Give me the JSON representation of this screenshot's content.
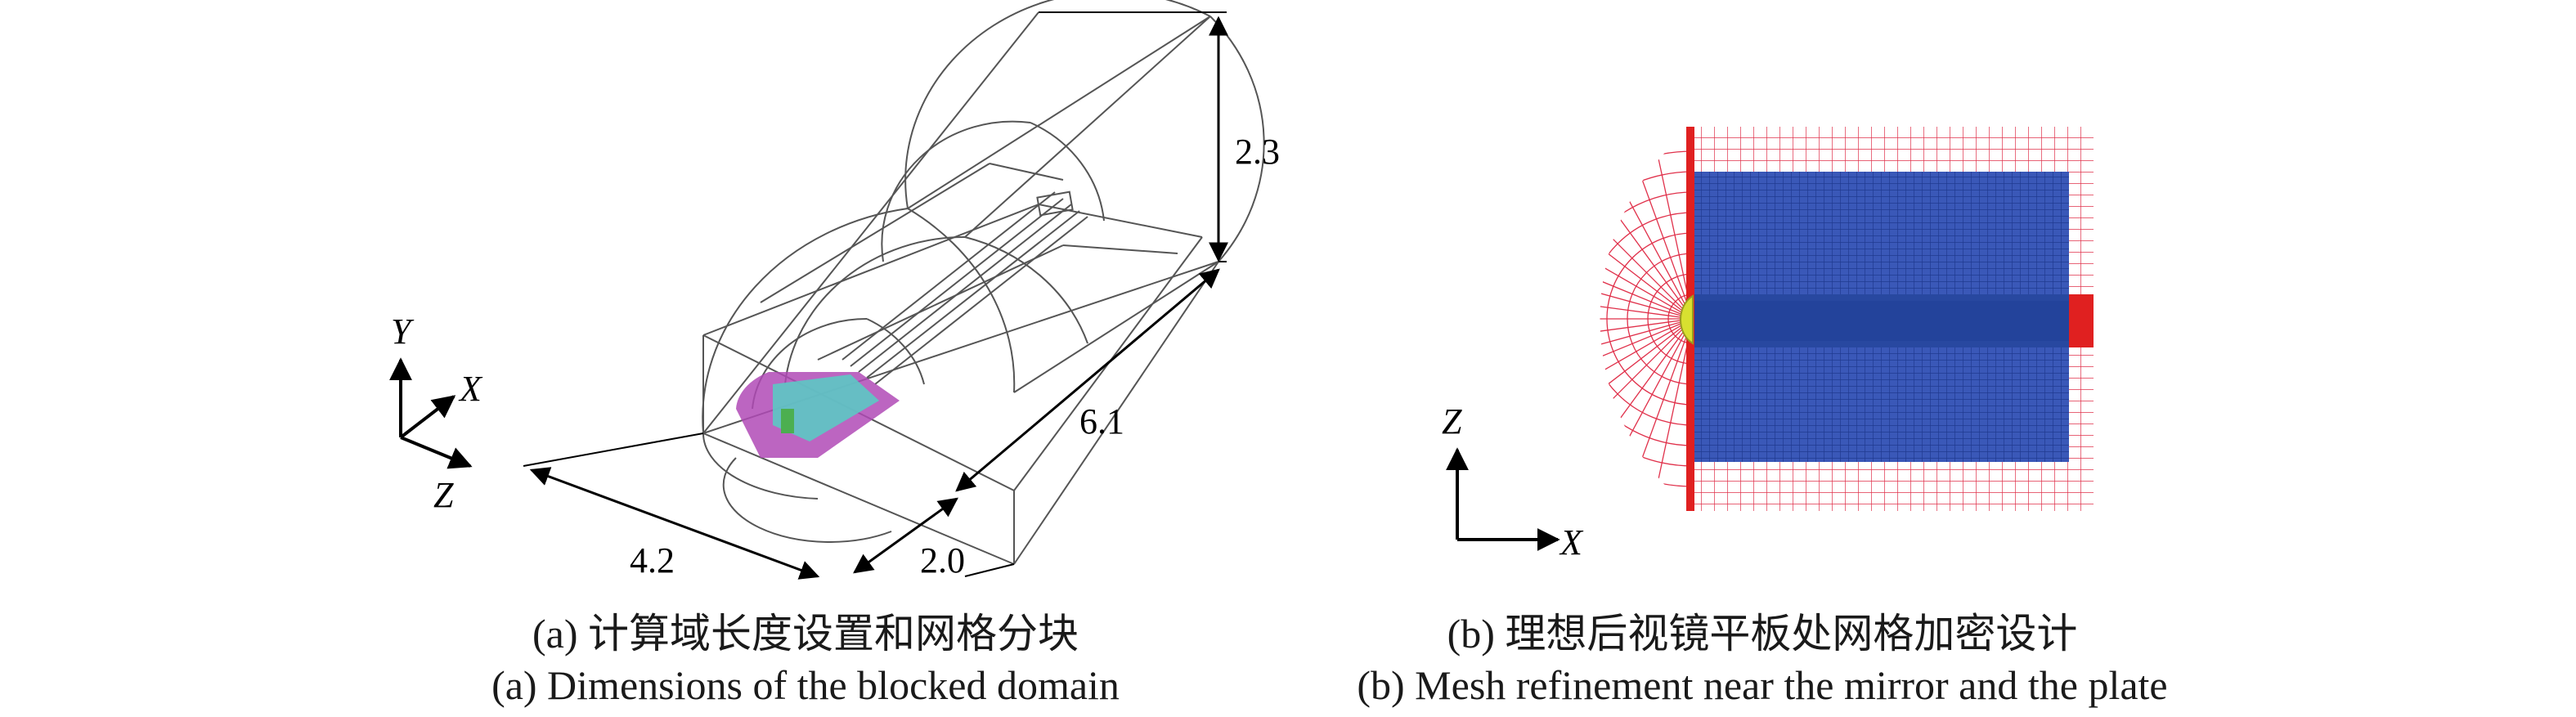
{
  "panel_a": {
    "axis_labels": {
      "y": "Y",
      "x": "X",
      "z": "Z"
    },
    "dimensions": {
      "height": "2.3",
      "length": "6.1",
      "width": "4.2",
      "offset": "2.0"
    },
    "caption_cn": "(a) 计算域长度设置和网格分块",
    "caption_en": "(a) Dimensions of the blocked domain",
    "colors": {
      "wire": "#555555",
      "block_purple": "#b04ab6",
      "block_cyan": "#5cc8c4",
      "mirror_green": "#4caf50"
    }
  },
  "panel_b": {
    "axis_labels": {
      "z": "Z",
      "x": "X"
    },
    "caption_cn": "(b) 理想后视镜平板处网格加密设计",
    "caption_en": "(b) Mesh refinement near the mirror and the plate",
    "colors": {
      "coarse_mesh": "#e0304a",
      "fine_mesh": "#2a4aa8",
      "mirror": "#d8e030",
      "plate": "#e02020"
    }
  }
}
